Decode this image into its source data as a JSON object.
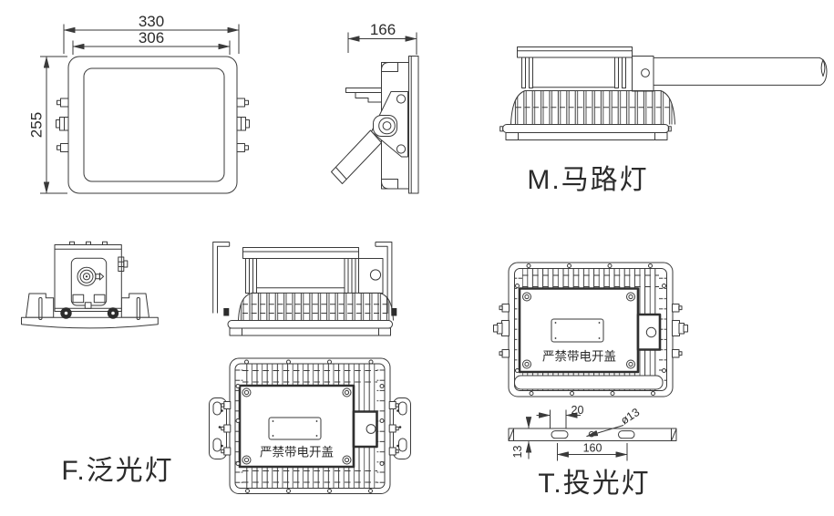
{
  "colors": {
    "line": "#3a3a3a",
    "background": "#ffffff",
    "text": "#2b2b2b"
  },
  "labels": {
    "street_lamp": "M.马路灯",
    "flood_lamp": "F.泛光灯",
    "projection_lamp": "T.投光灯"
  },
  "warnings": {
    "cover": "严禁带电开盖"
  },
  "dimensions": {
    "front_outer_width": "330",
    "front_inner_width": "306",
    "front_height": "255",
    "side_depth": "166",
    "plate_slot_width": "20",
    "plate_hole_diameter": "ø13",
    "plate_hole_spacing": "160",
    "plate_thickness": "13"
  }
}
